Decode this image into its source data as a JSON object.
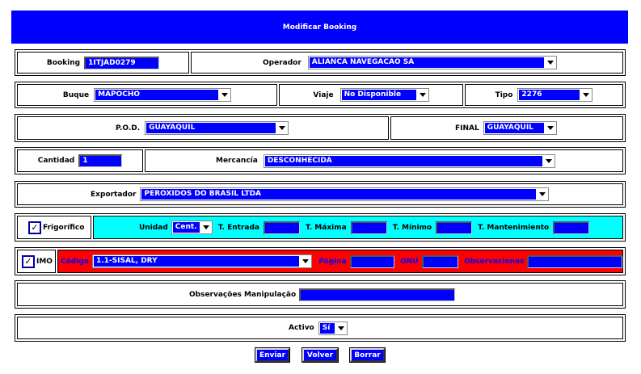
{
  "header": {
    "title": "Modificar Booking"
  },
  "row1": {
    "booking_label": "Booking",
    "booking_value": "1ITJAD0279",
    "operador_label": "Operador",
    "operador_value": "ALIANCA NAVEGACAO SA"
  },
  "row2": {
    "buque_label": "Buque",
    "buque_value": "MAPOCHO",
    "viaje_label": "Viaje",
    "viaje_value": "No Disponible",
    "tipo_label": "Tipo",
    "tipo_value": "2276"
  },
  "row3": {
    "pod_label": "P.O.D.",
    "pod_value": "GUAYAQUIL",
    "final_label": "FINAL",
    "final_value": "GUAYAQUIL"
  },
  "row4": {
    "cantidad_label": "Cantidad",
    "cantidad_value": "1",
    "mercancia_label": "Mercancía",
    "mercancia_value": "DESCONHECIDA"
  },
  "row5": {
    "exportador_label": "Exportador",
    "exportador_value": "PEROXIDOS DO BRASIL LTDA"
  },
  "row6": {
    "frigorifico_label": "Frigorífico",
    "frigorifico_checked": true,
    "unidad_label": "Unidad",
    "unidad_value": "Cent.",
    "t_entrada_label": "T. Entrada",
    "t_maxima_label": "T. Máxima",
    "t_minimo_label": "T. Mínimo",
    "t_mantenimiento_label": "T. Mantenimiento",
    "panel_color": "#00ffff"
  },
  "row7": {
    "imo_label": "IMO",
    "imo_checked": true,
    "codigo_label": "Código",
    "codigo_value": "1.1-SISAL, DRY",
    "pagina_label": "Página",
    "onu_label": "ONU",
    "observaciones_label": "Observaciones",
    "panel_color": "#ff0000"
  },
  "row8": {
    "obs_manip_label": "Observações Manipulação"
  },
  "row9": {
    "activo_label": "Activo",
    "activo_value": "Sí"
  },
  "buttons": {
    "enviar": "Enviar",
    "volver": "Volver",
    "borrar": "Borrar"
  },
  "colors": {
    "accent": "#0000ff",
    "cyan": "#00ffff",
    "red": "#ff0000"
  }
}
